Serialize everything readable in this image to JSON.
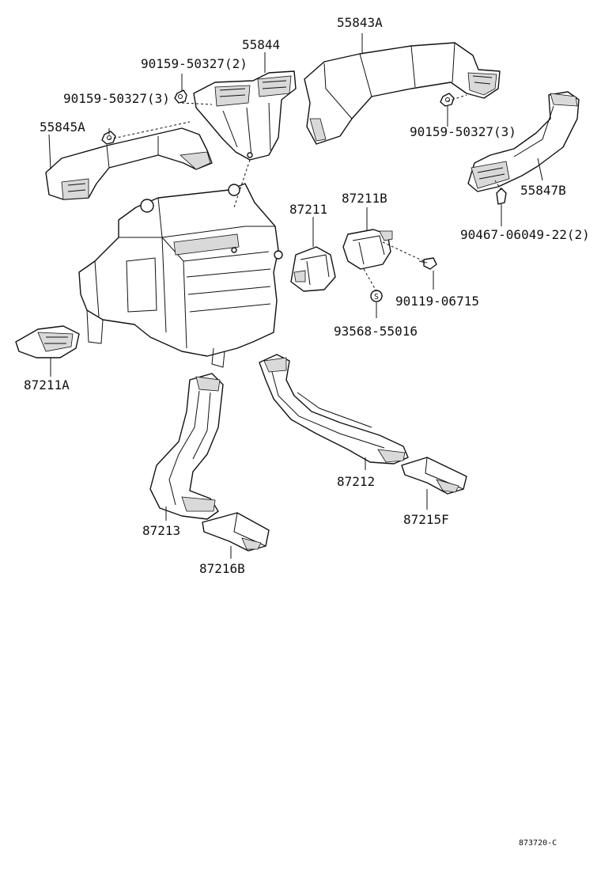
{
  "diagram": {
    "labels": {
      "p55843A": "55843A",
      "p55844": "55844",
      "bolt_top_2": "90159-50327(2)",
      "bolt_left_3": "90159-50327(3)",
      "bolt_right_3": "90159-50327(3)",
      "p55845A": "55845A",
      "p55847B": "55847B",
      "clip": "90467-06049-22(2)",
      "p87211": "87211",
      "p87211B": "87211B",
      "screw": "90119-06715",
      "seal": "93568-55016",
      "seal_symbol": "S",
      "p87211A": "87211A",
      "p87212": "87212",
      "p87213": "87213",
      "p87215F": "87215F",
      "p87216B": "87216B",
      "drawing_code": "873720-C"
    }
  }
}
